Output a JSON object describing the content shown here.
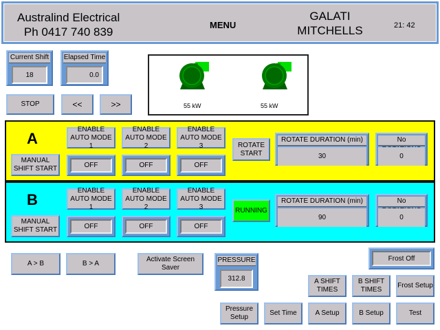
{
  "header": {
    "company_line1": "Australind Electrical",
    "company_line2": "Ph 0417 740 839",
    "menu_label": "MENU",
    "site_line1": "GALATI",
    "site_line2": "MITCHELLS",
    "time": "21: 42"
  },
  "top": {
    "current_shift": {
      "label": "Current Shift",
      "value": "18"
    },
    "elapsed_time": {
      "label": "Elapsed Time",
      "value": "0.0"
    },
    "stop_label": "STOP",
    "prev_label": "<<",
    "next_label": ">>"
  },
  "motors": [
    {
      "icon": "pump-motor-icon",
      "power": "55 kW",
      "color": "#00a000"
    },
    {
      "icon": "pump-motor-icon",
      "power": "55 kW",
      "color": "#00a000"
    }
  ],
  "sections": {
    "A": {
      "letter": "A",
      "color": "#ffff00",
      "manual_label": "MANUAL SHIFT START",
      "auto_modes": [
        {
          "label": "ENABLE AUTO MODE 1",
          "state": "OFF"
        },
        {
          "label": "ENABLE AUTO MODE 2",
          "state": "OFF"
        },
        {
          "label": "ENABLE AUTO MODE 3",
          "state": "OFF"
        }
      ],
      "rotate_label": "ROTATE START",
      "rotate_duration": {
        "label": "ROTATE DURATION (min)",
        "value": "30"
      },
      "rotations": {
        "label": "No ROTATIONS",
        "value": "0"
      }
    },
    "B": {
      "letter": "B",
      "color": "#00ffff",
      "manual_label": "MANUAL SHIFT START",
      "auto_modes": [
        {
          "label": "ENABLE AUTO MODE 1",
          "state": "OFF"
        },
        {
          "label": "ENABLE AUTO MODE 2",
          "state": "OFF"
        },
        {
          "label": "ENABLE AUTO MODE 3",
          "state": "OFF"
        }
      ],
      "rotate_label": "RUNNING",
      "rotate_color": "#00ff00",
      "rotate_duration": {
        "label": "ROTATE DURATION (min)",
        "value": "90"
      },
      "rotations": {
        "label": "No ROTATIONS",
        "value": "0"
      }
    }
  },
  "bottom": {
    "a_to_b": "A > B",
    "b_to_a": "B > A",
    "screensaver": "Activate Screen Saver",
    "pressure": {
      "label": "PRESSURE",
      "value": "312.8"
    },
    "frost_status": "Frost Off",
    "a_shift_times": "A SHIFT TIMES",
    "b_shift_times": "B SHIFT TIMES",
    "frost_setup": "Frost Setup",
    "pressure_setup": "Pressure Setup",
    "set_time": "Set Time",
    "a_setup": "A Setup",
    "b_setup": "B Setup",
    "test": "Test"
  }
}
